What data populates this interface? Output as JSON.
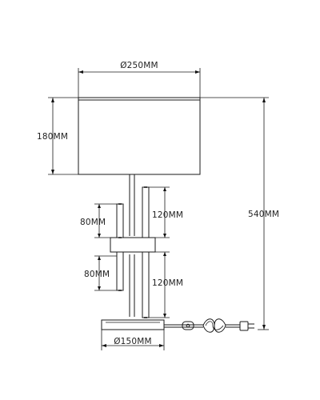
{
  "dimensions": {
    "shade_diameter": "Ø250MM",
    "shade_height": "180MM",
    "total_height": "540MM",
    "upper_short_tube": "80MM",
    "upper_long_tube": "120MM",
    "lower_short_tube": "80MM",
    "lower_long_tube": "120MM",
    "base_diameter": "Ø150MM"
  },
  "colors": {
    "line": "#1a1a1a",
    "background": "#ffffff"
  },
  "icons": [
    "plug-icon",
    "cord-coil-icon",
    "inline-switch-icon"
  ]
}
